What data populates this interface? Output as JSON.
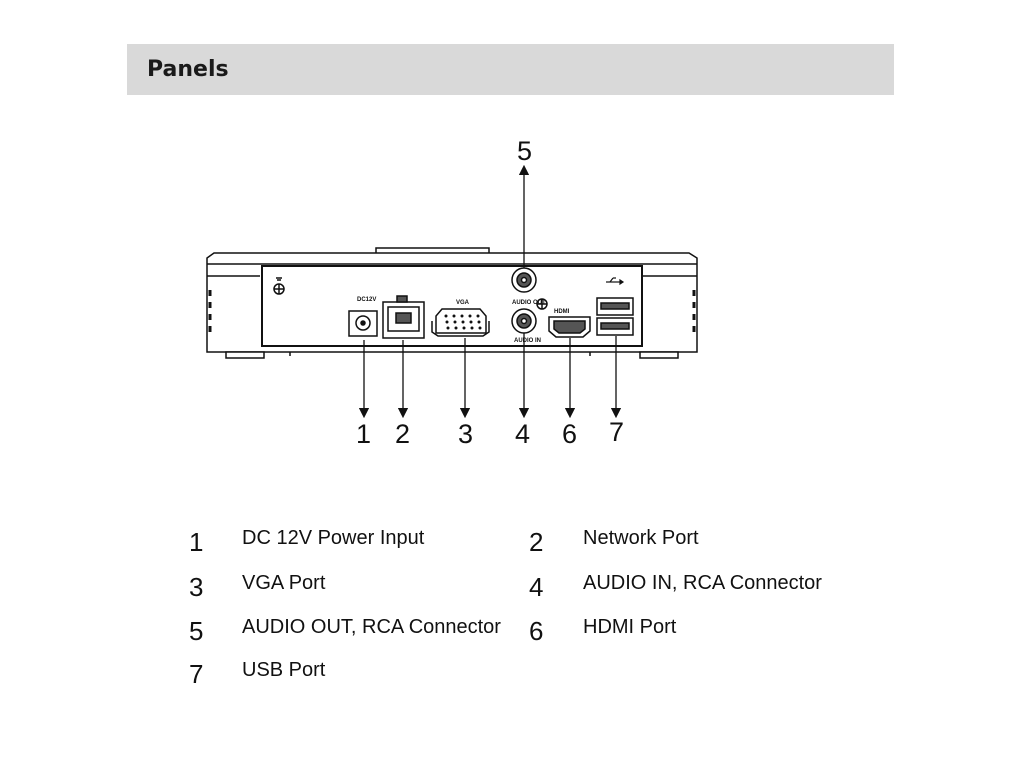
{
  "header": {
    "title": "Panels"
  },
  "figure": {
    "callouts": [
      "1",
      "2",
      "3",
      "4",
      "5",
      "6",
      "7"
    ],
    "port_markings": {
      "power": "DC12V",
      "vga": "VGA",
      "audio_out": "AUDIO OUT",
      "audio_in": "AUDIO IN",
      "hdmi": "HDMI"
    }
  },
  "legend": {
    "items": [
      {
        "number": "1",
        "label": "DC 12V Power Input"
      },
      {
        "number": "2",
        "label": "Network Port"
      },
      {
        "number": "3",
        "label": "VGA Port"
      },
      {
        "number": "4",
        "label": "AUDIO IN, RCA Connector"
      },
      {
        "number": "5",
        "label": "AUDIO OUT, RCA Connector"
      },
      {
        "number": "6",
        "label": "HDMI Port"
      },
      {
        "number": "7",
        "label": "USB Port"
      }
    ]
  }
}
